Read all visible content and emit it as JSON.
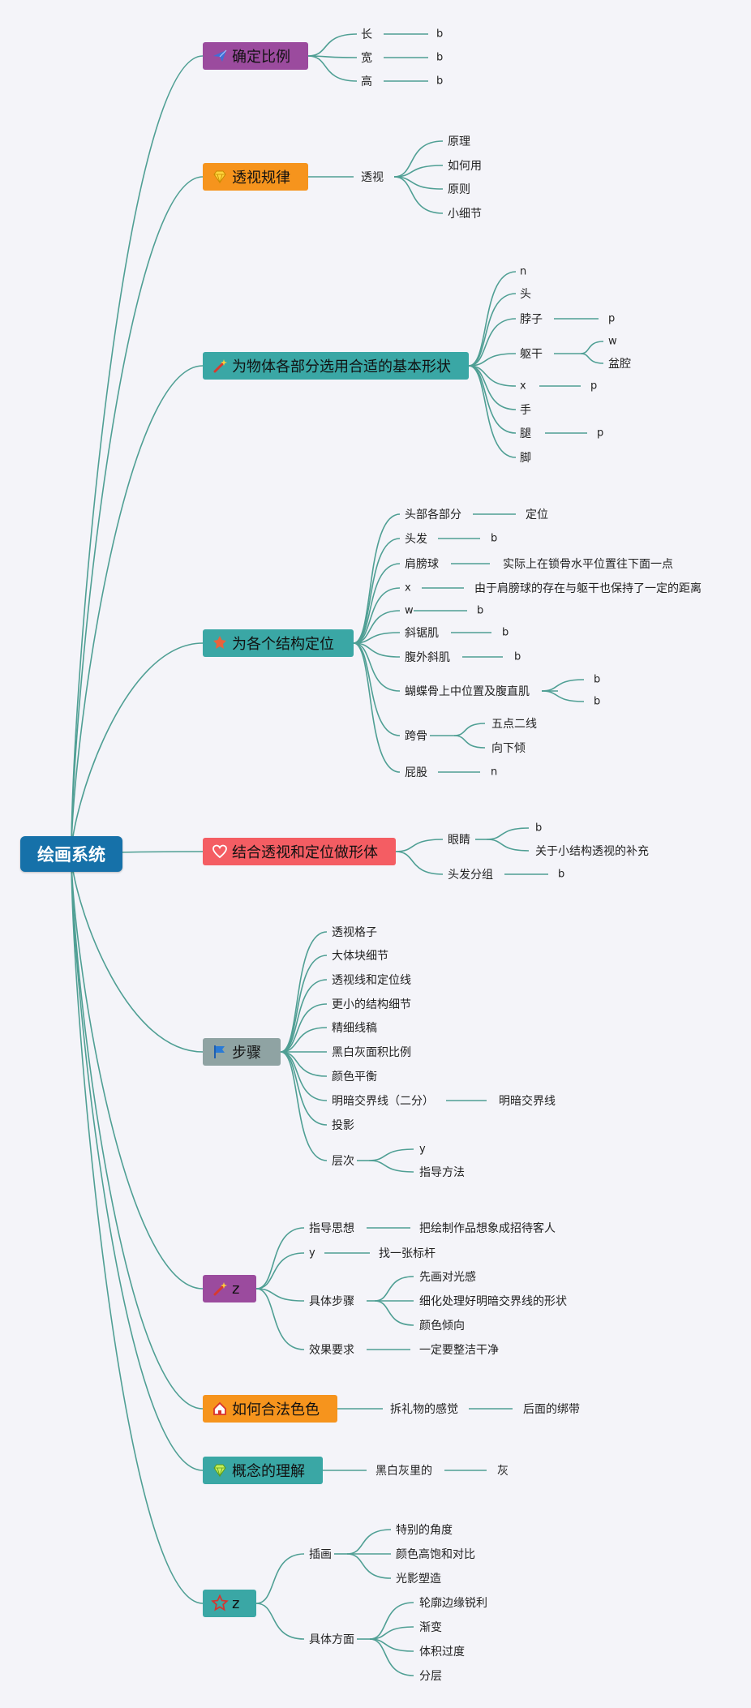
{
  "root": "绘画系统",
  "colors": {
    "edge": "#4f9f94",
    "root_bg": "#1671a9",
    "purple": "#9b4b9e",
    "orange": "#f6941d",
    "teal": "#3aa7a5",
    "red": "#f45d63",
    "gray": "#8fa3a3"
  },
  "branches": {
    "b1": {
      "label": "确定比例",
      "icon": "paper-plane-icon"
    },
    "b2": {
      "label": "透视规律",
      "icon": "gem-icon"
    },
    "b3": {
      "label": "为物体各部分选用合适的基本形状",
      "icon": "magic-wand-icon"
    },
    "b4": {
      "label": "为各个结构定位",
      "icon": "star-badge-icon"
    },
    "b5": {
      "label": "结合透视和定位做形体",
      "icon": "heart-icon"
    },
    "b6": {
      "label": "步骤",
      "icon": "flag-icon"
    },
    "b7": {
      "label": "z",
      "icon": "magic-wand-icon"
    },
    "b8": {
      "label": "如何合法色色",
      "icon": "home-icon"
    },
    "b9": {
      "label": "概念的理解",
      "icon": "gem-icon"
    },
    "b10": {
      "label": "z",
      "icon": "star-outline-icon"
    }
  },
  "nodes": {
    "n1": "长",
    "n2": "b",
    "n3": "宽",
    "n4": "b",
    "n5": "高",
    "n6": "b",
    "n7": "透视",
    "n8": "原理",
    "n9": "如何用",
    "n10": "原则",
    "n11": "小细节",
    "n12": "n",
    "n13": "头",
    "n14": "脖子",
    "n15": "p",
    "n16": "躯干",
    "n17": "w",
    "n18": "盆腔",
    "n19": "x",
    "n20": "p",
    "n21": "手",
    "n22": "腿",
    "n23": "p",
    "n24": "脚",
    "n25": "头部各部分",
    "n26": "定位",
    "n27": "头发",
    "n28": "b",
    "n29": "肩膀球",
    "n30": "实际上在锁骨水平位置往下面一点",
    "n31": "x",
    "n32": "由于肩膀球的存在与躯干也保持了一定的距离",
    "n33": "w",
    "n34": "b",
    "n35": "斜锯肌",
    "n36": "b",
    "n37": "腹外斜肌",
    "n38": "b",
    "n39": "蝴蝶骨上中位置及腹直肌",
    "n40": "b",
    "n41": "b",
    "n42": "跨骨",
    "n43": "五点二线",
    "n44": "向下倾",
    "n45": "屁股",
    "n46": "n",
    "n47": "眼睛",
    "n48": "b",
    "n49": "关于小结构透视的补充",
    "n50": "头发分组",
    "n51": "b",
    "n52": "透视格子",
    "n53": "大体块细节",
    "n54": "透视线和定位线",
    "n55": "更小的结构细节",
    "n56": "精细线稿",
    "n57": "黑白灰面积比例",
    "n58": "颜色平衡",
    "n59": "明暗交界线（二分）",
    "n60": "明暗交界线",
    "n61": "投影",
    "n62": "层次",
    "n63": "y",
    "n64": "指导方法",
    "n65": "指导思想",
    "n66": "把绘制作品想象成招待客人",
    "n67": "y",
    "n68": "找一张标杆",
    "n69": "具体步骤",
    "n70": "先画对光感",
    "n71": "细化处理好明暗交界线的形状",
    "n72": "颜色倾向",
    "n73": "效果要求",
    "n74": "一定要整洁干净",
    "n75": "拆礼物的感觉",
    "n76": "后面的绑带",
    "n77": "黑白灰里的",
    "n78": "灰",
    "n79": "插画",
    "n80": "特别的角度",
    "n81": "颜色高饱和对比",
    "n82": "光影塑造",
    "n83": "具体方面",
    "n84": "轮廓边缘锐利",
    "n85": "渐变",
    "n86": "体积过度",
    "n87": "分层"
  }
}
